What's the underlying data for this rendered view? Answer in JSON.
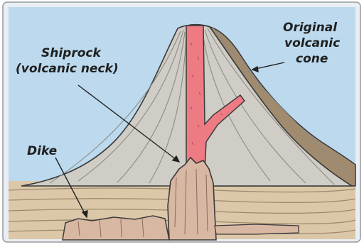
{
  "labels": {
    "shiprock_line1": "Shiprock",
    "shiprock_line2": "(volcanic neck)",
    "cone_line1": "Original",
    "cone_line2": "volcanic",
    "cone_line3": "cone",
    "dike": "Dike"
  },
  "colors": {
    "sky": "#bcd9ee",
    "cone_gray": "#cfcdc6",
    "cone_brown": "#a08b6f",
    "magma": "#ee7b84",
    "rock": "#d8b8a3",
    "ground": "#dcc8a8",
    "ink": "#3a3a3a"
  }
}
